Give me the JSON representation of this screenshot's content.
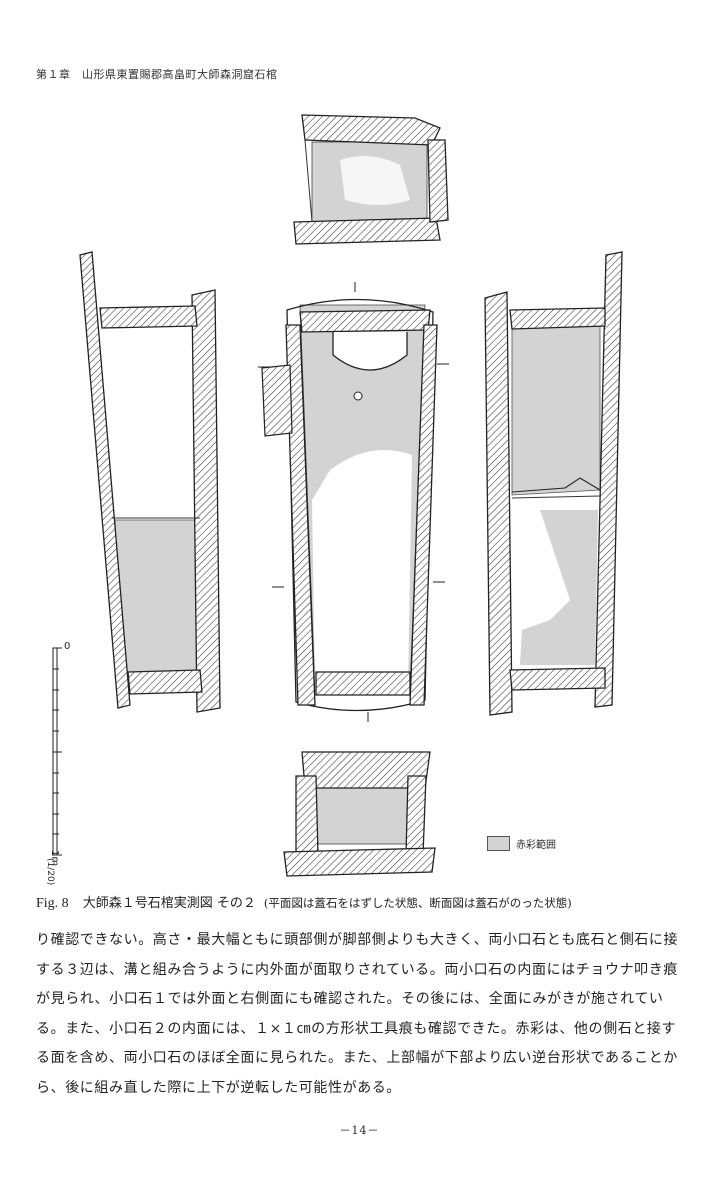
{
  "header": {
    "chapter": "第１章　山形県東置賜郡高畠町大師森洞窟石棺"
  },
  "figure": {
    "scale": {
      "zero": "0",
      "one_meter": "1m",
      "ratio": "(1/20)"
    },
    "legend": {
      "label": "赤彩範囲",
      "swatch_color": "#d3d3d3"
    },
    "hatch_color": "#333333",
    "fill_color": "#d3d3d3"
  },
  "caption": {
    "number": "Fig. 8",
    "title": "大師森１号石棺実測図 その２",
    "note": "(平面図は蓋石をはずした状態、断面図は蓋石がのった状態)"
  },
  "body": {
    "text": "り確認できない。高さ・最大幅ともに頭部側が脚部側よりも大きく、両小口石とも底石と側石に接する３辺は、溝と組み合うように内外面が面取りされている。両小口石の内面にはチョウナ叩き痕が見られ、小口石１では外面と右側面にも確認された。その後には、全面にみがきが施されている。また、小口石２の内面には、１×１㎝の方形状工具痕も確認できた。赤彩は、他の側石と接する面を含め、両小口石のほぼ全面に見られた。また、上部幅が下部より広い逆台形状であることから、後に組み直した際に上下が逆転した可能性がある。"
  },
  "page_number": "－14－"
}
